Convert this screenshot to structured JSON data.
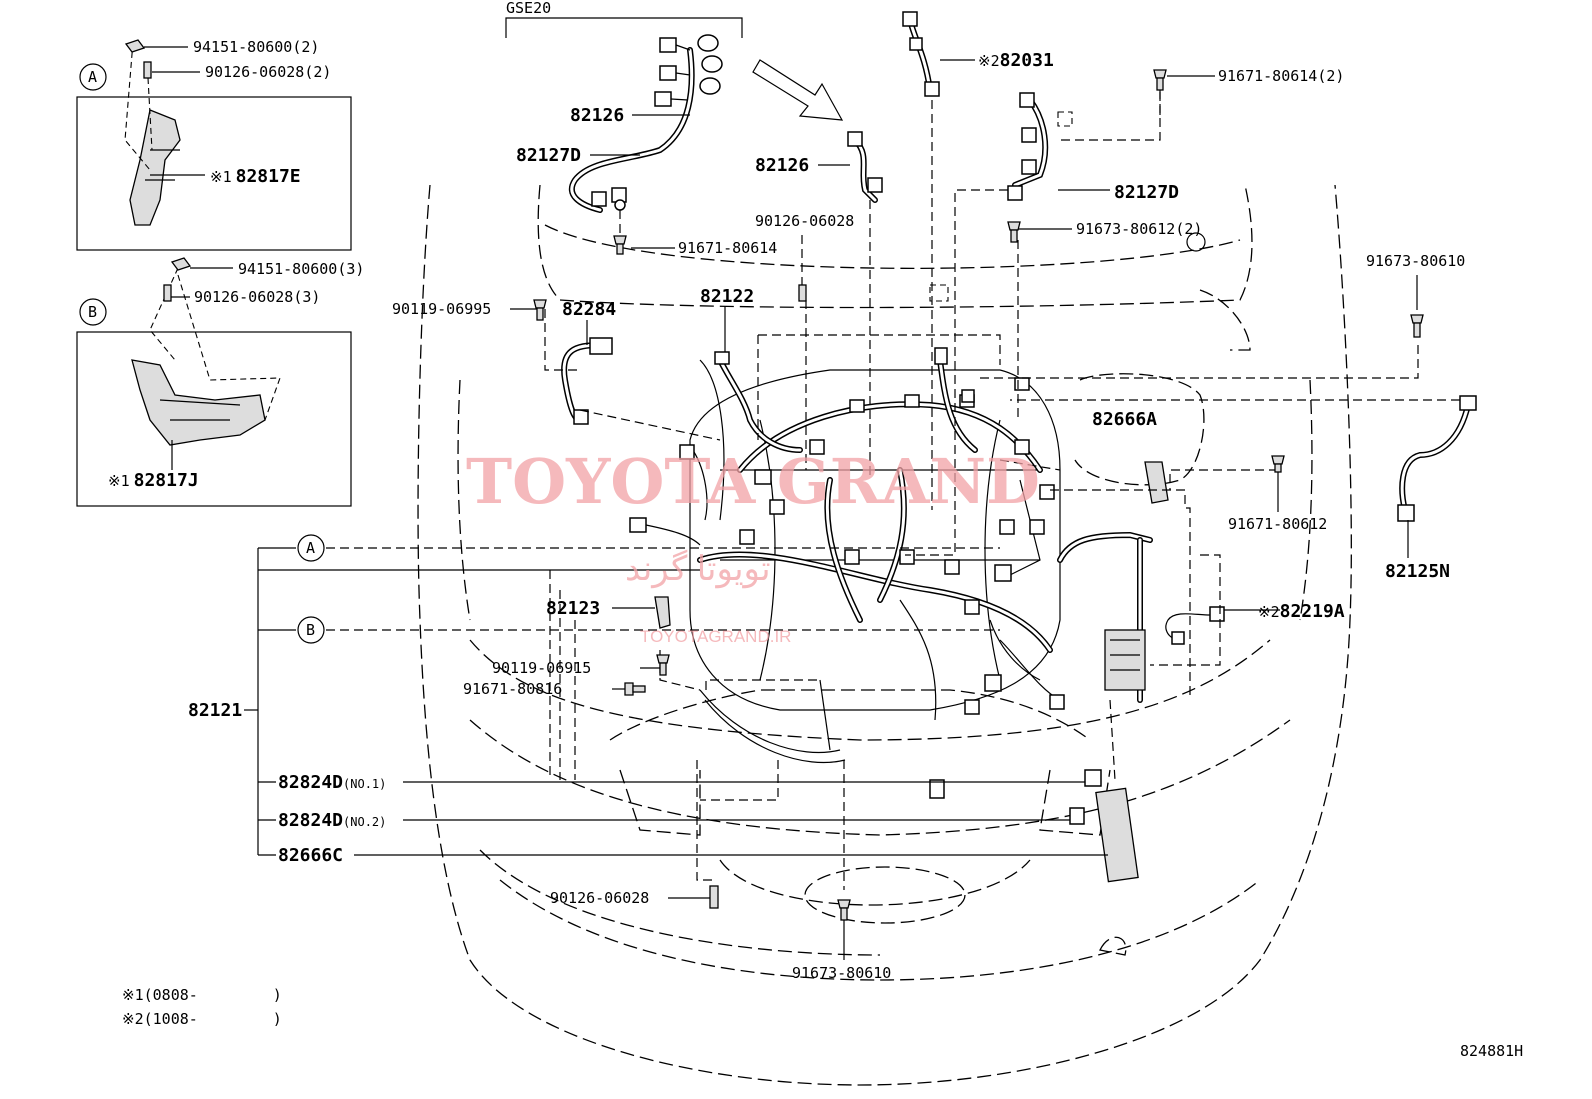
{
  "diagram_code": "824881H",
  "top_group_label": "GSE20",
  "inset_a": {
    "circle_label": "A",
    "parts": [
      {
        "number": "94151-80600",
        "qty": "(2)"
      },
      {
        "number": "90126-06028",
        "qty": "(2)"
      }
    ],
    "component": {
      "mark": "※1",
      "number": "82817E"
    }
  },
  "inset_b": {
    "circle_label": "B",
    "parts": [
      {
        "number": "94151-80600",
        "qty": "(3)"
      },
      {
        "number": "90126-06028",
        "qty": "(3)"
      }
    ],
    "component": {
      "mark": "※1",
      "number": "82817J"
    }
  },
  "labels": {
    "p82126_top": "82126",
    "p82127D_left": "82127D",
    "p91671_80614": "91671-80614",
    "p82284": "82284",
    "p90119_06995": "90119-06995",
    "p82122": "82122",
    "p82126_mid": "82126",
    "p90126_06028_mid": "90126-06028",
    "p82031_mark": "※2",
    "p82031": "82031",
    "p91671_80614_2": "91671-80614(2)",
    "p82127D_right": "82127D",
    "p91673_80612_2": "91673-80612(2)",
    "p91673_80610_right": "91673-80610",
    "p82666A": "82666A",
    "p91671_80612": "91671-80612",
    "p82125N": "82125N",
    "p82219A_mark": "※2",
    "p82219A": "82219A",
    "p82123": "82123",
    "p90119_06915": "90119-06915",
    "p91671_80816": "91671-80816",
    "p82121": "82121",
    "p82824D_1": "82824D",
    "p82824D_1_note": "(NO.1)",
    "p82824D_2": "82824D",
    "p82824D_2_note": "(NO.2)",
    "p82666C": "82666C",
    "p90126_06028_bottom": "90126-06028",
    "p91673_80610_bottom": "91673-80610",
    "ref_a": "A",
    "ref_b": "B"
  },
  "notes": [
    {
      "mark": "※1",
      "text": "(0808-",
      "close": ")"
    },
    {
      "mark": "※2",
      "text": "(1008-",
      "close": ")"
    }
  ],
  "watermark": {
    "main": "TOYOTA GRAND",
    "arabic": "تويوتا گرند",
    "sub": "TOYOTAGRAND.IR"
  }
}
